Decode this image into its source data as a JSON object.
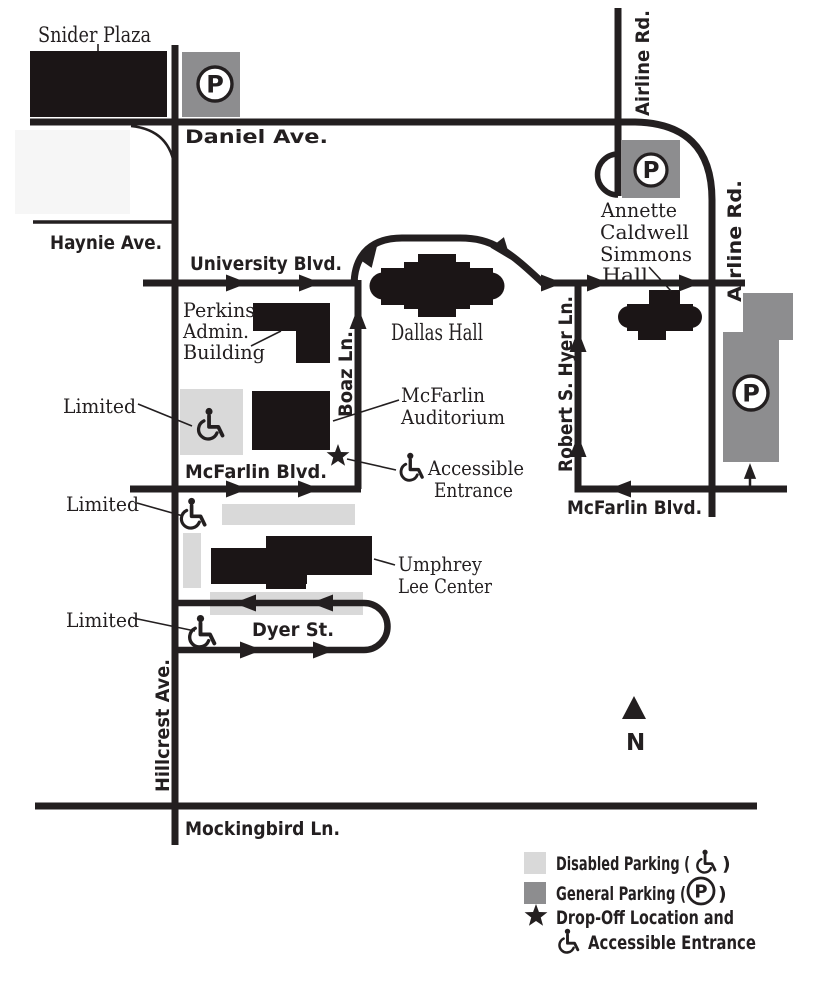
{
  "map": {
    "streets": {
      "daniel": "Daniel Ave.",
      "haynie": "Haynie Ave.",
      "university": "University Blvd.",
      "airline_top": "Airline Rd.",
      "airline_right": "Airline Rd.",
      "boaz": "Boaz Ln.",
      "hyer": "Robert S. Hyer Ln.",
      "mcfarlin_west": "McFarlin Blvd.",
      "mcfarlin_east": "McFarlin Blvd.",
      "dyer": "Dyer St.",
      "hillcrest": "Hillcrest Ave.",
      "mockingbird": "Mockingbird Ln."
    },
    "places": {
      "snider_plaza": "Snider Plaza",
      "annette_hall": {
        "line1": "Annette",
        "line2": "Caldwell",
        "line3": "Simmons",
        "line4": "Hall"
      },
      "perkins": {
        "line1": "Perkins",
        "line2": "Admin.",
        "line3": "Building"
      },
      "dallas_hall": "Dallas Hall",
      "mcfarlin_auditorium": {
        "line1": "McFarlin",
        "line2": "Auditorium"
      },
      "umphrey_lee": {
        "line1": "Umphrey",
        "line2": "Lee Center"
      }
    },
    "annotations": {
      "limited1": "Limited",
      "limited2": "Limited",
      "limited3": "Limited",
      "accessible_entrance": {
        "line1": "Accessible",
        "line2": "Entrance"
      }
    },
    "compass": {
      "north": "N"
    },
    "icons": {
      "parking_letter": "P"
    },
    "legend": {
      "disabled_parking": {
        "prefix": "Disabled Parking (",
        "suffix": ")"
      },
      "general_parking": {
        "prefix": "General Parking (",
        "suffix": ")"
      },
      "dropoff_line1": "Drop-Off Location and",
      "dropoff_line2": "Accessible Entrance"
    },
    "colors": {
      "road": "#231f20",
      "building": "#1b1516",
      "general_parking": "#8d8d8f",
      "disabled_parking": "#d9d9d9",
      "background": "#ffffff"
    }
  }
}
